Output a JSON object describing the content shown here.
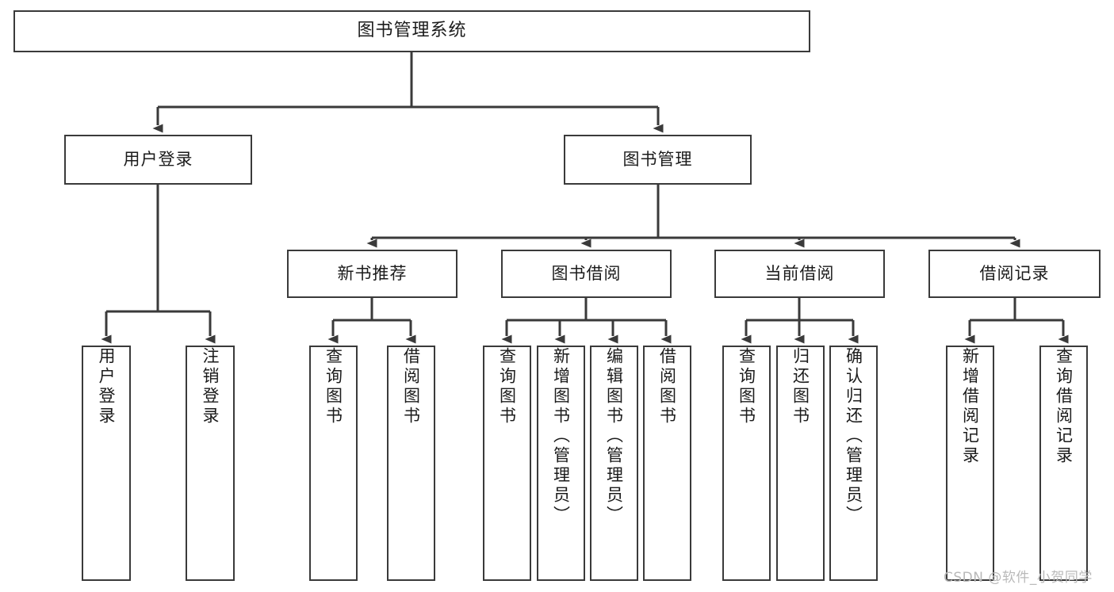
{
  "diagram": {
    "type": "tree",
    "title": "图书管理系统",
    "watermark": "CSDN @软件_小贺同学",
    "colors": {
      "stroke": "#3a3a3a",
      "fill": "#ffffff",
      "text": "#1b1b1b",
      "watermark": "#b9b9b9"
    },
    "levels": {
      "root": {
        "label": "图书管理系统"
      },
      "level2": [
        {
          "id": "user-login",
          "label": "用户登录"
        },
        {
          "id": "book-manage",
          "label": "图书管理"
        }
      ],
      "level3": [
        {
          "id": "new-book-rec",
          "label": "新书推荐",
          "parent": "book-manage"
        },
        {
          "id": "book-borrow",
          "label": "图书借阅",
          "parent": "book-manage"
        },
        {
          "id": "current-borrow",
          "label": "当前借阅",
          "parent": "book-manage"
        },
        {
          "id": "borrow-record",
          "label": "借阅记录",
          "parent": "book-manage"
        }
      ],
      "leaves": [
        {
          "id": "leaf-user-login",
          "label": "用户登录",
          "parent": "user-login"
        },
        {
          "id": "leaf-logout",
          "label": "注销登录",
          "parent": "user-login"
        },
        {
          "id": "leaf-query-book-1",
          "label": "查询图书",
          "parent": "new-book-rec"
        },
        {
          "id": "leaf-borrow-book-1",
          "label": "借阅图书",
          "parent": "new-book-rec"
        },
        {
          "id": "leaf-query-book-2",
          "label": "查询图书",
          "parent": "book-borrow"
        },
        {
          "id": "leaf-add-book",
          "label": "新增图书（管理员）",
          "parent": "book-borrow"
        },
        {
          "id": "leaf-edit-book",
          "label": "编辑图书（管理员）",
          "parent": "book-borrow"
        },
        {
          "id": "leaf-borrow-book-2",
          "label": "借阅图书",
          "parent": "book-borrow"
        },
        {
          "id": "leaf-query-book-3",
          "label": "查询图书",
          "parent": "current-borrow"
        },
        {
          "id": "leaf-return-book",
          "label": "归还图书",
          "parent": "current-borrow"
        },
        {
          "id": "leaf-confirm-return",
          "label": "确认归还（管理员）",
          "parent": "current-borrow"
        },
        {
          "id": "leaf-add-record",
          "label": "新增借阅记录",
          "parent": "borrow-record"
        },
        {
          "id": "leaf-query-record",
          "label": "查询借阅记录",
          "parent": "borrow-record"
        }
      ]
    }
  }
}
